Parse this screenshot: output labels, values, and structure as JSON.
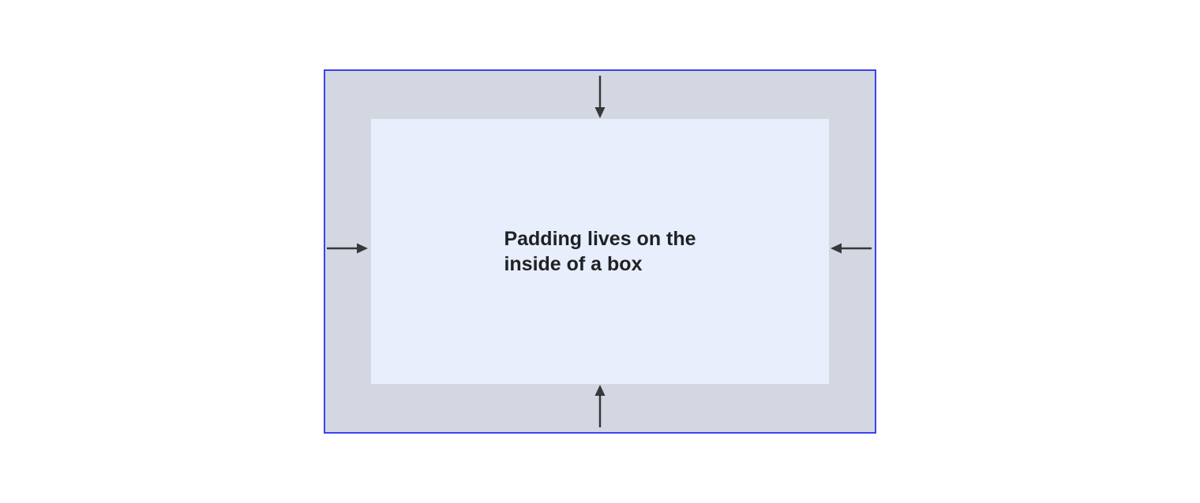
{
  "diagram": {
    "kind": "css-box-model-padding-diagram",
    "label": "Padding lives on the inside of a box",
    "label_lines": [
      "Padding lives on the",
      "inside of a box"
    ],
    "arrows": [
      {
        "name": "top-arrow",
        "direction": "down"
      },
      {
        "name": "right-arrow",
        "direction": "left"
      },
      {
        "name": "bottom-arrow",
        "direction": "up"
      },
      {
        "name": "left-arrow",
        "direction": "right"
      }
    ],
    "colors": {
      "page_background": "#ffffff",
      "box_border": "#3b41f0",
      "padding_area": "#d2d7e1",
      "content_box": "#e8eefb",
      "arrow": "#37383a",
      "text": "#202124"
    }
  }
}
